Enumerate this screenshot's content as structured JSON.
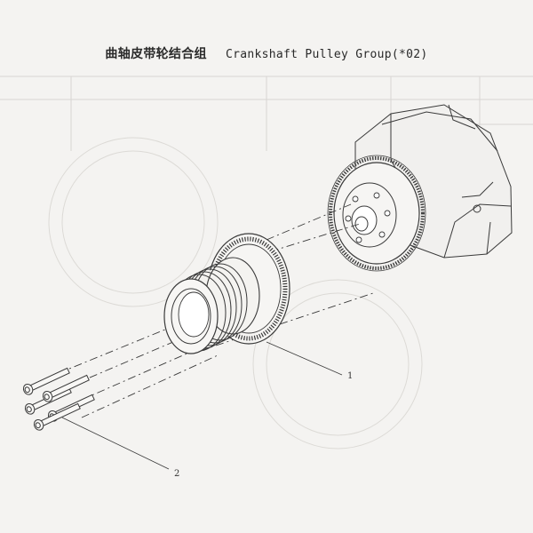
{
  "title": {
    "cn": "曲轴皮带轮结合组",
    "en": "Crankshaft Pulley Group(*02)"
  },
  "callouts": [
    {
      "label": "1",
      "part": "crankshaft-pulley"
    },
    {
      "label": "2",
      "part": "pulley-bolts"
    }
  ],
  "colors": {
    "line": "#3a3a3a",
    "faint": "#c9c7c4",
    "paper": "#f4f3f1"
  }
}
